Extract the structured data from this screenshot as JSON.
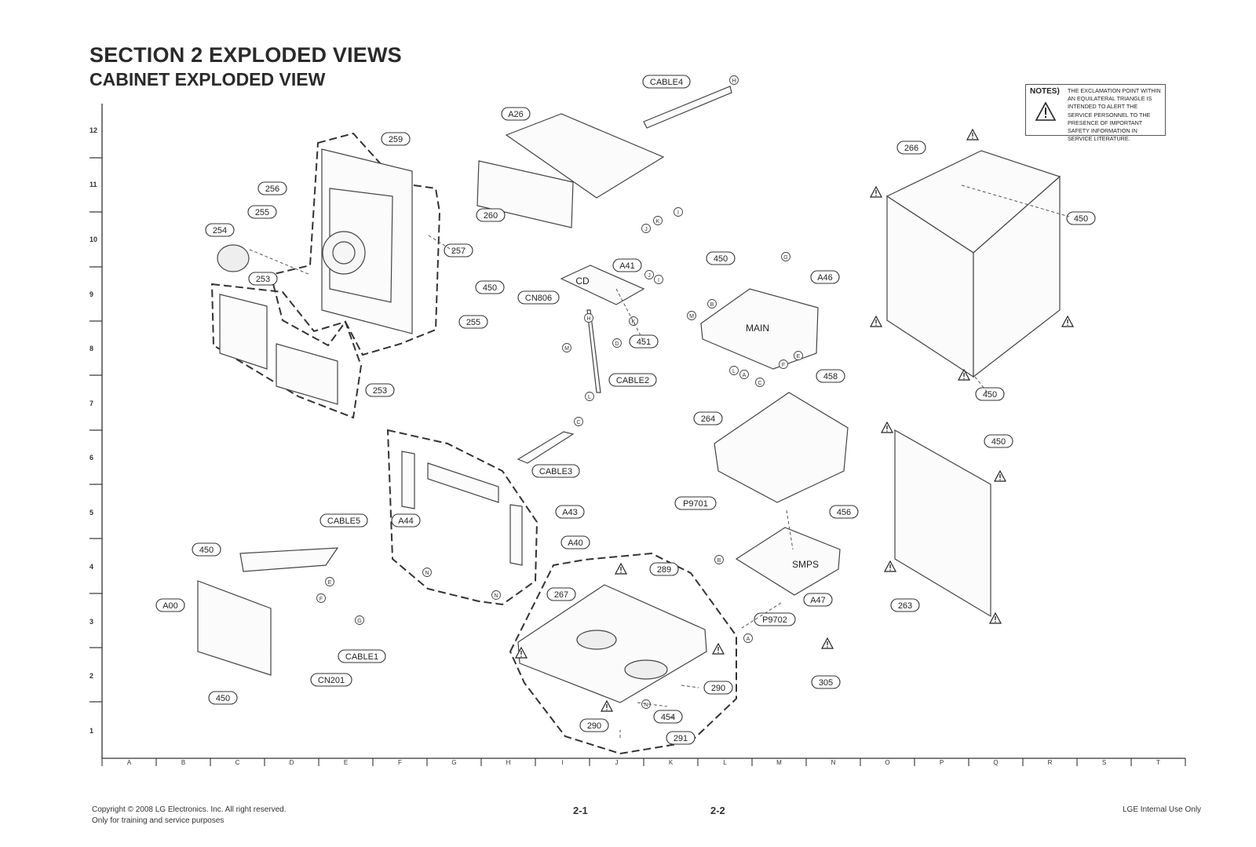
{
  "page_title": "SECTION 2   EXPLODED VIEWS",
  "page_subtitle": "CABINET EXPLODED VIEW",
  "notes": {
    "heading": "NOTES)",
    "text": "THE EXCLAMATION POINT WITHIN AN EQUILATERAL TRIANGLE IS INTENDED TO ALERT THE SERVICE PERSONNEL TO THE PRESENCE OF IMPORTANT SAFETY INFORMATION IN SERVICE LITERATURE.",
    "icon": "warning-triangle-icon"
  },
  "grid": {
    "rows": [
      "12",
      "11",
      "10",
      "9",
      "8",
      "7",
      "6",
      "5",
      "4",
      "3",
      "2",
      "1"
    ],
    "columns": [
      "A",
      "B",
      "C",
      "D",
      "E",
      "F",
      "G",
      "H",
      "I",
      "J",
      "K",
      "L",
      "M",
      "N",
      "O",
      "P",
      "Q",
      "R",
      "S",
      "T"
    ]
  },
  "callouts": [
    "259",
    "256",
    "255",
    "254",
    "253",
    "257",
    "450",
    "255",
    "253",
    "A26",
    "CABLE4",
    "260",
    "A41",
    "CD",
    "CN806",
    "451",
    "CABLE2",
    "450",
    "A46",
    "MAIN",
    "458",
    "266",
    "450",
    "450",
    "264",
    "CABLE3",
    "A44",
    "A43",
    "CABLE5",
    "450",
    "A00",
    "CABLE1",
    "CN201",
    "450",
    "A40",
    "289",
    "267",
    "290",
    "454",
    "290",
    "291",
    "P9701",
    "456",
    "SMPS",
    "A47",
    "P9702",
    "305",
    "450",
    "263"
  ],
  "connector_letters": [
    "H",
    "K",
    "J",
    "I",
    "J",
    "I",
    "H",
    "D",
    "K",
    "M",
    "L",
    "G",
    "B",
    "M",
    "F",
    "E",
    "L",
    "A",
    "C",
    "C",
    "N",
    "N",
    "E",
    "F",
    "G",
    "B",
    "A",
    "N"
  ],
  "footer": {
    "copyright": "Copyright © 2008 LG Electronics. Inc. All right reserved.",
    "purpose": "Only for training and service purposes",
    "page_left": "2-1",
    "page_right": "2-2",
    "internal": "LGE Internal Use Only"
  }
}
